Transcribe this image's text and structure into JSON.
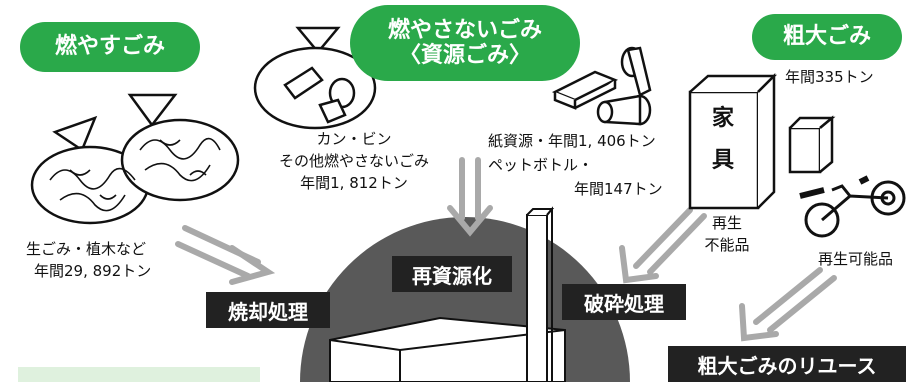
{
  "pills": {
    "burnable": "燃やすごみ",
    "nonburn_line1": "燃やさないごみ",
    "nonburn_line2": "〈資源ごみ〉",
    "bulky": "粗大ごみ"
  },
  "texts": {
    "bulky_amount": "年間335トン",
    "cans_line1": "カン・ビン",
    "cans_line2": "その他燃やさないごみ",
    "cans_line3": "年間1, 812トン",
    "paper_line1": "紙資源・年間1, 406トン",
    "paper_line2": "ペットボトル・",
    "paper_line3": "年間147トン",
    "furniture_char1": "家",
    "furniture_char2": "具",
    "nonrecyclable_line1": "再生",
    "nonrecyclable_line2": "不能品",
    "recyclable": "再生可能品",
    "garbage_line1": "生ごみ・植木など",
    "garbage_line2": "年間29, 892トン"
  },
  "processes": {
    "recycle": "再資源化",
    "incinerate": "焼却処理",
    "crush": "破砕処理",
    "reuse": "粗大ごみのリユース"
  },
  "colors": {
    "pill_green": "#2aa94a",
    "box_dark": "#222222",
    "arrow_grey": "#a9a9a9",
    "panel_green": "#dff1de"
  }
}
